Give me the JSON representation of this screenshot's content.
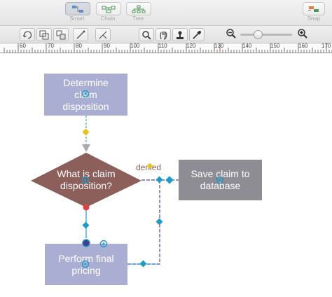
{
  "layout_tabs": [
    {
      "label": "Smart",
      "active": true
    },
    {
      "label": "Chain",
      "active": false
    },
    {
      "label": "Tree",
      "active": false
    }
  ],
  "snap_label": "Snap",
  "ruler_labels": [
    "60",
    "70",
    "80",
    "90",
    "100",
    "110",
    "120",
    "130",
    "140",
    "150",
    "160",
    "170"
  ],
  "flowchart": {
    "determine": "Determine claim disposition",
    "decision": "What is claim disposition?",
    "save": "Save claim to database",
    "perform": "Perform final pricing",
    "denied_label": "denied"
  },
  "colors": {
    "process_fill": "#abaed3",
    "decision_fill": "#8d5f5a",
    "save_fill": "#8f8d94",
    "connector_blue": "#1e9bc9",
    "connector_purple": "#6a63b8",
    "handle_yellow": "#e8c21a"
  }
}
